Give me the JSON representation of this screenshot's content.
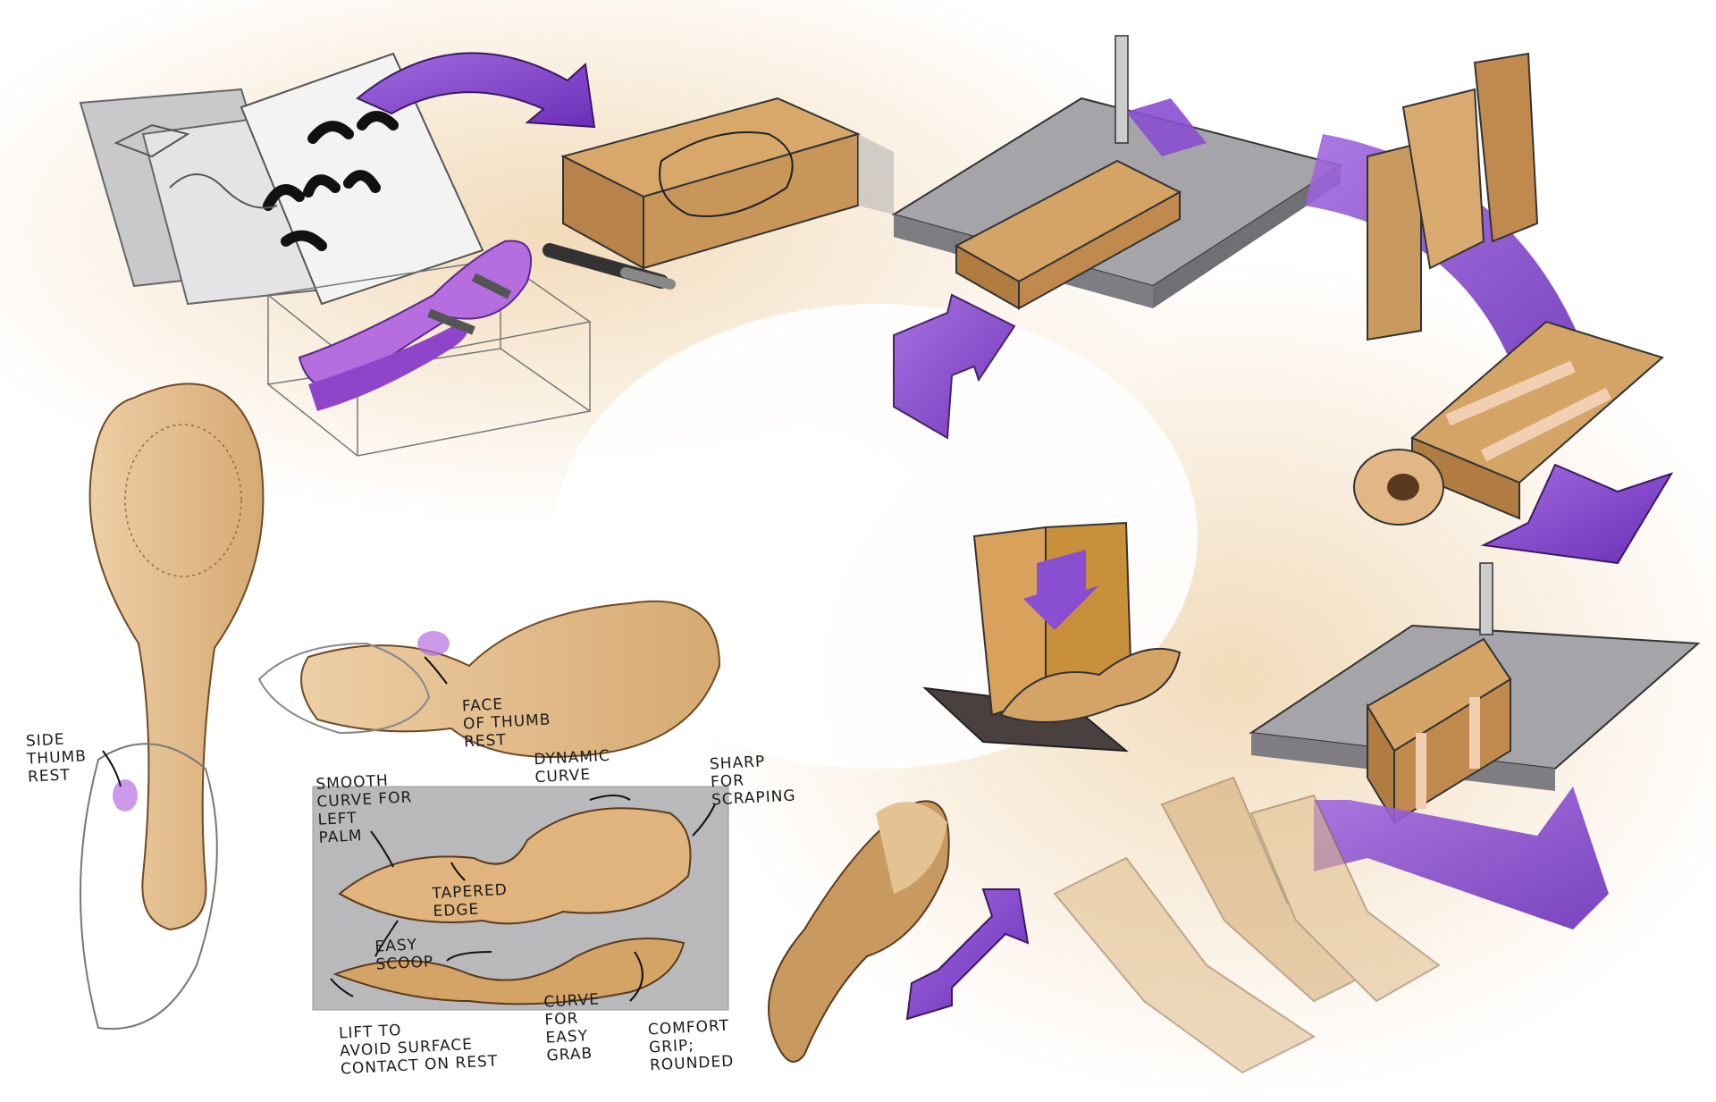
{
  "colors": {
    "accent_purple": "#8a4fd0",
    "wood_light": "#e7c090",
    "wood_mid": "#c99a5f",
    "wood_dark": "#8f6233",
    "table_gray": "#9a9a9e",
    "background_glow": "#f1d9b6"
  },
  "annotations": {
    "face_of_thumb_rest": "FACE\nOF THUMB\nREST",
    "side_thumb_rest": "SIDE\nTHUMB\nREST",
    "smooth_curve": "SMOOTH\nCURVE FOR\nLEFT\nPALM",
    "dynamic_curve": "DYNAMIC\nCURVE",
    "sharp_for_scraping": "SHARP\nFOR\nSCRAPING",
    "tapered_edge": "TAPERED\nEDGE",
    "easy_scoop": "EASY\nSCOOP",
    "curve_for_easy_grab": "CURVE\nFOR\nEASY\nGRAB",
    "comfort_grip": "COMFORT\nGRIP;\nROUNDED",
    "lift_to_avoid": "LIFT TO\nAVOID SURFACE\nCONTACT ON REST"
  }
}
